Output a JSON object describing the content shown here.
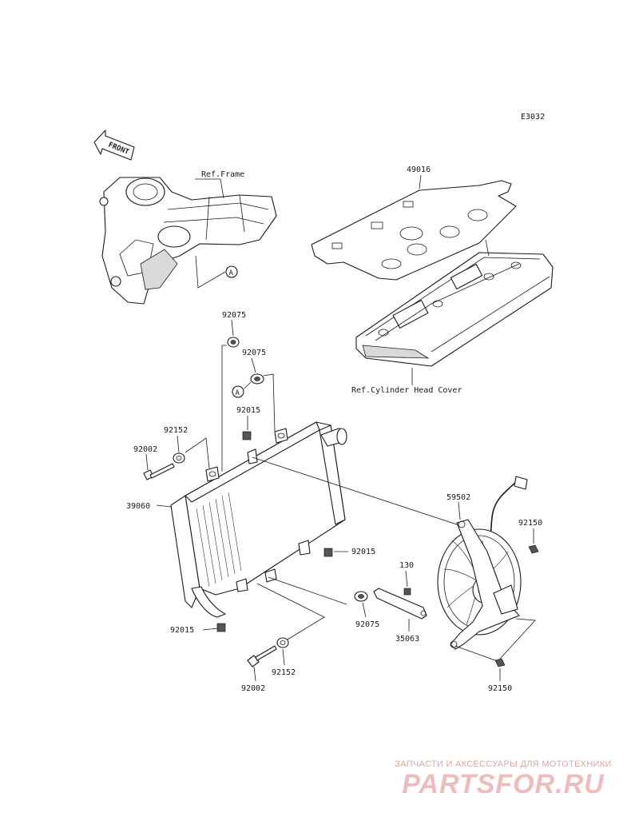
{
  "diagram_code": "E3032",
  "front_label": "FRONT",
  "marker_letter": "A",
  "ref_labels": {
    "frame": "Ref.Frame",
    "head_cover": "Ref.Cylinder Head Cover"
  },
  "parts": {
    "p49016": "49016",
    "p92075_top": "92075",
    "p92075_second": "92075",
    "p92015_top": "92015",
    "p92152_left": "92152",
    "p92002_left": "92002",
    "p39060": "39060",
    "p59502": "59502",
    "p92150_top": "92150",
    "p92015_mid": "92015",
    "p130": "130",
    "p92075_bottom": "92075",
    "p35063": "35063",
    "p92015_bottom": "92015",
    "p92152_bottom": "92152",
    "p92002_bottom": "92002",
    "p92150_bottom": "92150"
  },
  "watermark": {
    "tagline": "ЗАПЧАСТИ И АКСЕССУАРЫ ДЛЯ МОТОТЕХНИКИ",
    "brand": "PARTSFOR.RU"
  }
}
